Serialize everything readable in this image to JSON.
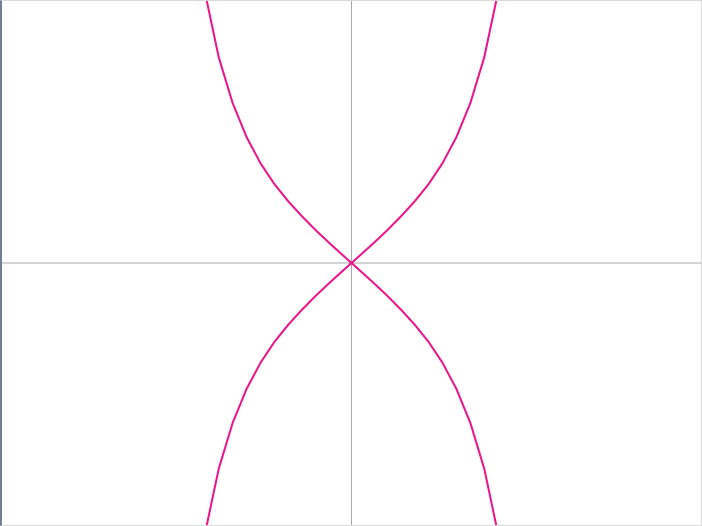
{
  "chart_data": {
    "type": "line",
    "title": "",
    "xlabel": "",
    "ylabel": "",
    "xlim": [
      -5,
      5
    ],
    "ylim": [
      -5,
      5
    ],
    "grid": false,
    "axes_color": "#a8a8a8",
    "series": [
      {
        "color": "#ee1289",
        "x": [
          -2.07,
          -1.9,
          -1.7,
          -1.5,
          -1.3,
          -1.1,
          -0.9,
          -0.7,
          -0.5,
          -0.3,
          -0.1,
          0,
          0.1,
          0.3,
          0.5,
          0.7,
          0.9,
          1.1,
          1.3,
          1.5,
          1.7,
          1.9,
          2.07
        ],
        "y": [
          5.0,
          3.93,
          3.05,
          2.4,
          1.9,
          1.5,
          1.17,
          0.88,
          0.61,
          0.36,
          0.12,
          0,
          -0.12,
          -0.36,
          -0.61,
          -0.88,
          -1.17,
          -1.5,
          -1.9,
          -2.4,
          -3.05,
          -3.93,
          -5.0
        ]
      },
      {
        "color": "#ee1289",
        "x": [
          -2.07,
          -1.9,
          -1.7,
          -1.5,
          -1.3,
          -1.1,
          -0.9,
          -0.7,
          -0.5,
          -0.3,
          -0.1,
          0,
          0.1,
          0.3,
          0.5,
          0.7,
          0.9,
          1.1,
          1.3,
          1.5,
          1.7,
          1.9,
          2.07
        ],
        "y": [
          -5.0,
          -3.93,
          -3.05,
          -2.4,
          -1.9,
          -1.5,
          -1.17,
          -0.88,
          -0.61,
          -0.36,
          -0.12,
          0,
          0.12,
          0.36,
          0.61,
          0.88,
          1.17,
          1.5,
          1.9,
          2.4,
          3.05,
          3.93,
          5.0
        ]
      }
    ]
  }
}
